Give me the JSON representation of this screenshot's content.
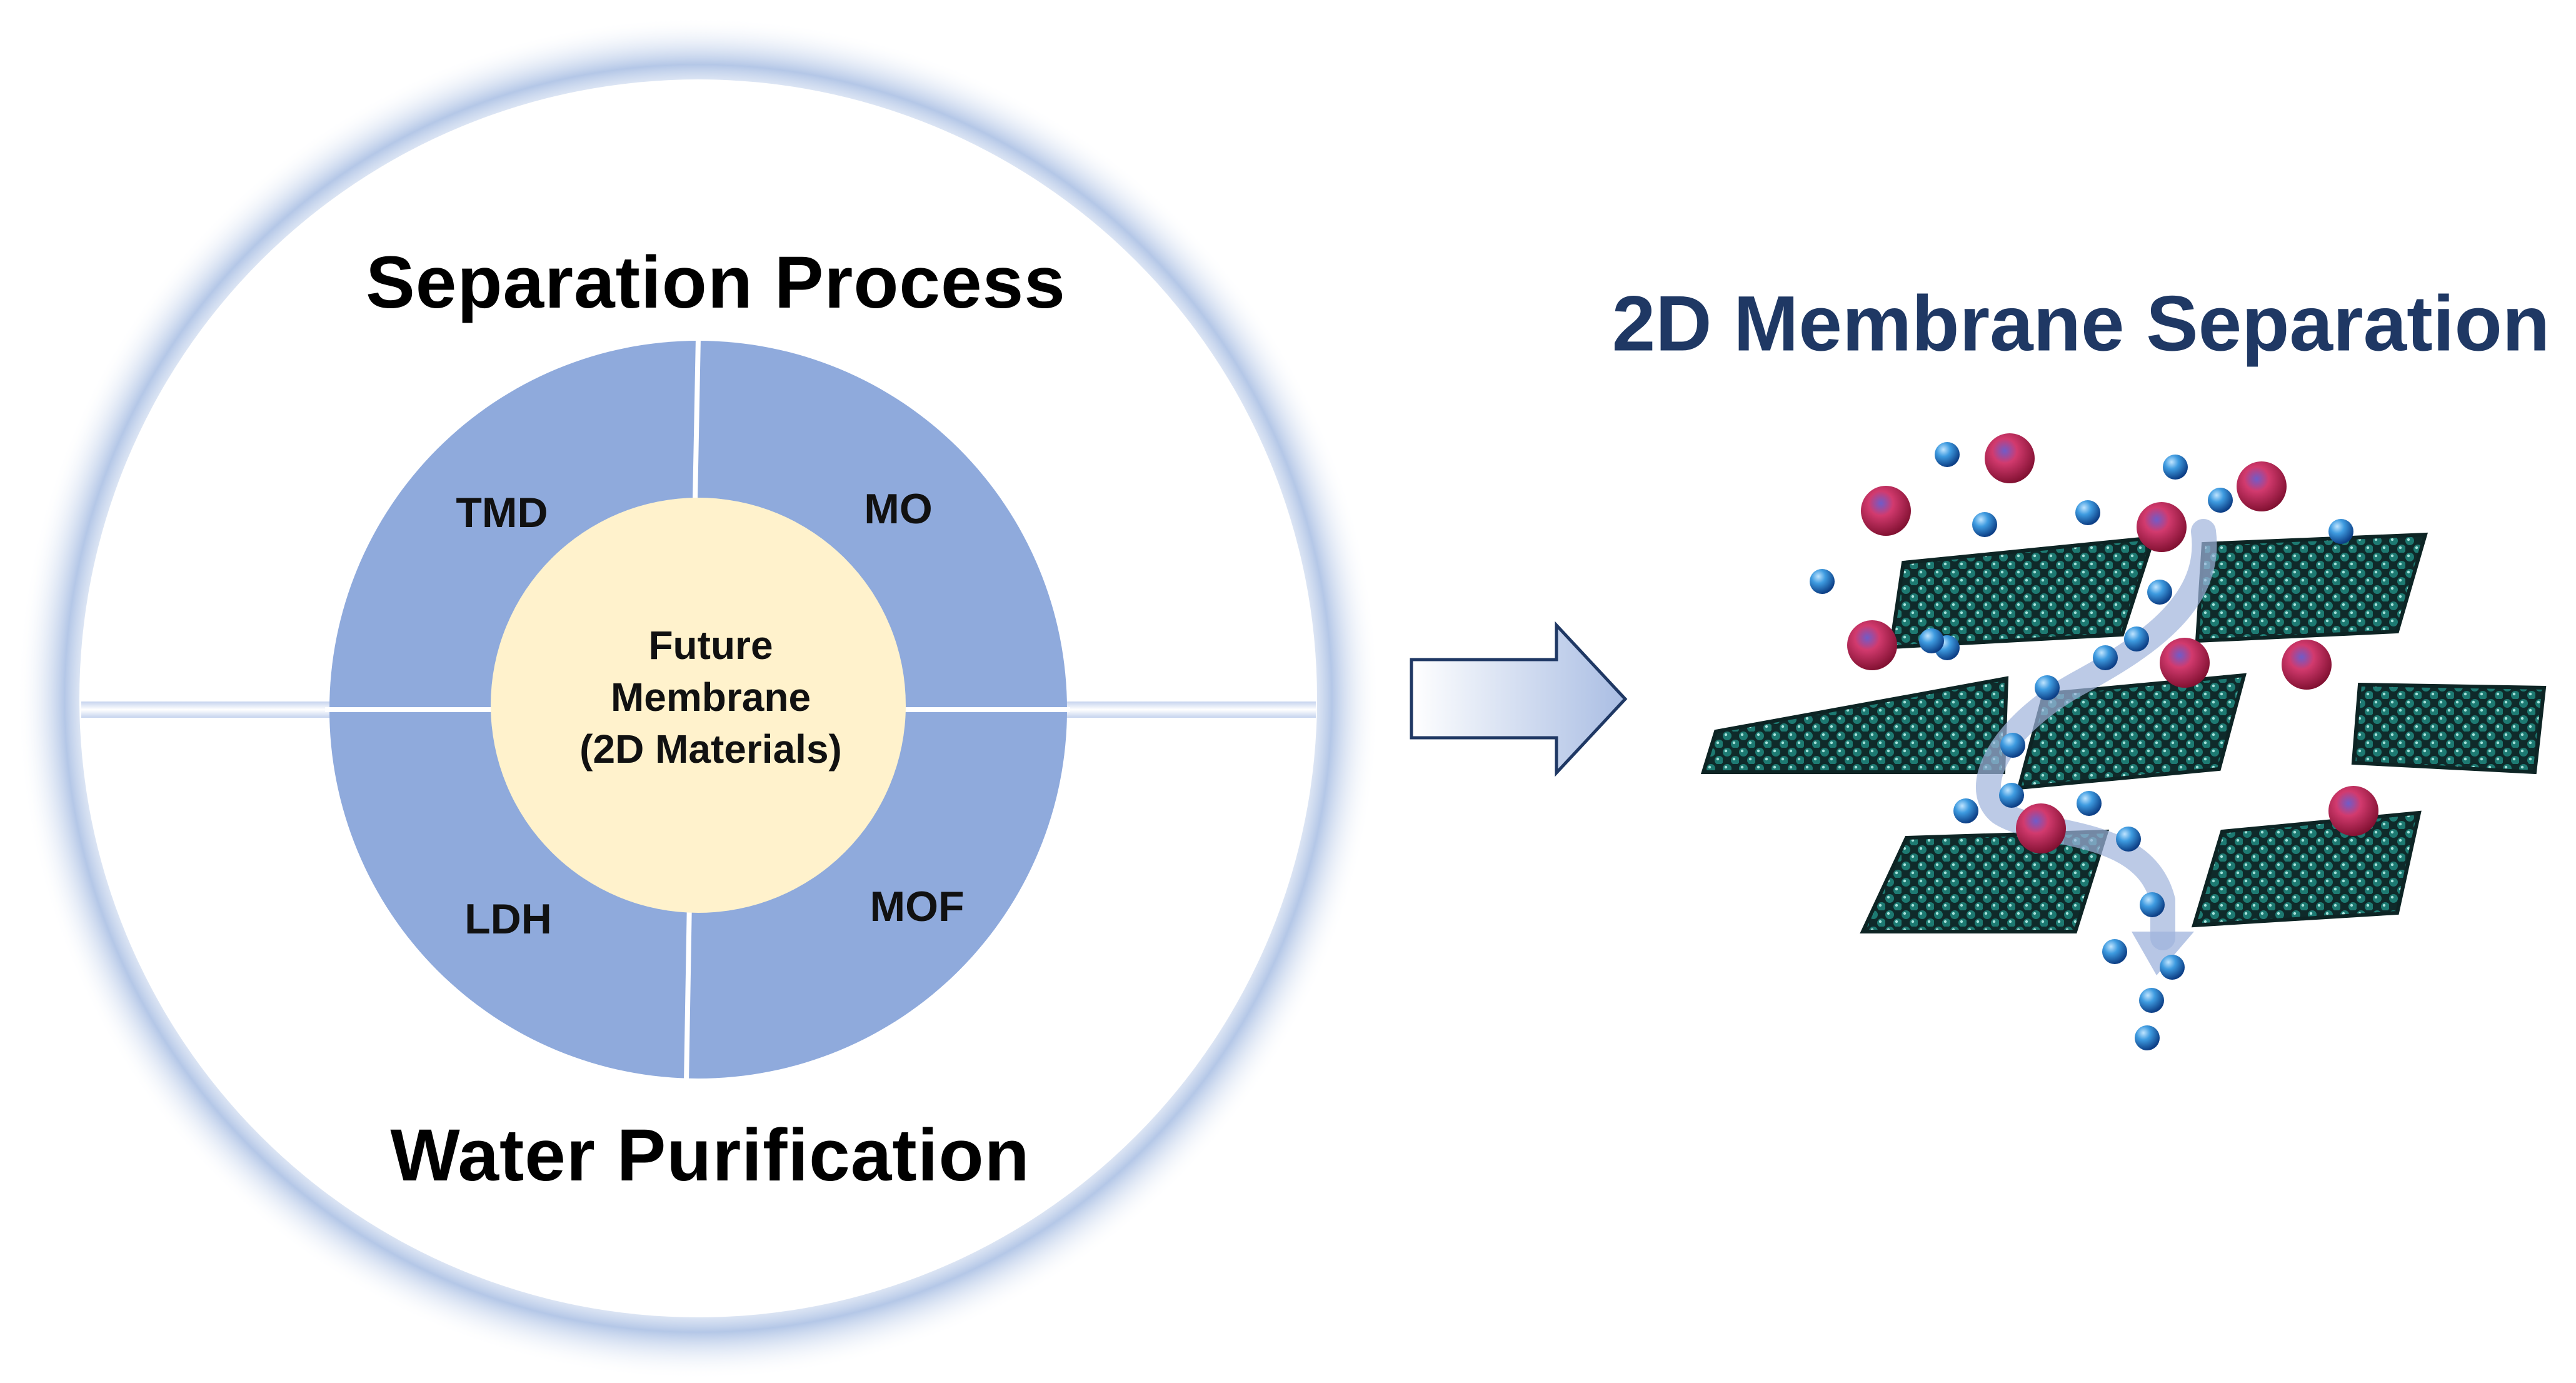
{
  "left_diagram": {
    "outer_labels": {
      "top": "Separation Process",
      "bottom": "Water Purification"
    },
    "segments": [
      {
        "label": "TMD",
        "quadrant": "top-left"
      },
      {
        "label": "MO",
        "quadrant": "top-right"
      },
      {
        "label": "LDH",
        "quadrant": "bottom-left"
      },
      {
        "label": "MOF",
        "quadrant": "bottom-right"
      }
    ],
    "center": {
      "line1": "Future",
      "line2": "Membrane",
      "line3": "(2D Materials)"
    },
    "colors": {
      "ring": "#8faadc",
      "center": "#fff2cc",
      "glow": "#b4c7e7"
    }
  },
  "arrow": {
    "direction": "right",
    "icon": "right-arrow-icon"
  },
  "right_diagram": {
    "title": "2D Membrane Separation",
    "title_color": "#1f3864",
    "legend_semantics": {
      "small_sphere": "water molecule / permeate (blue)",
      "large_sphere": "rejected solute (red-purple)",
      "sheet": "2D nanosheet (teal lattice)",
      "path": "permeation pathway arrow"
    }
  }
}
